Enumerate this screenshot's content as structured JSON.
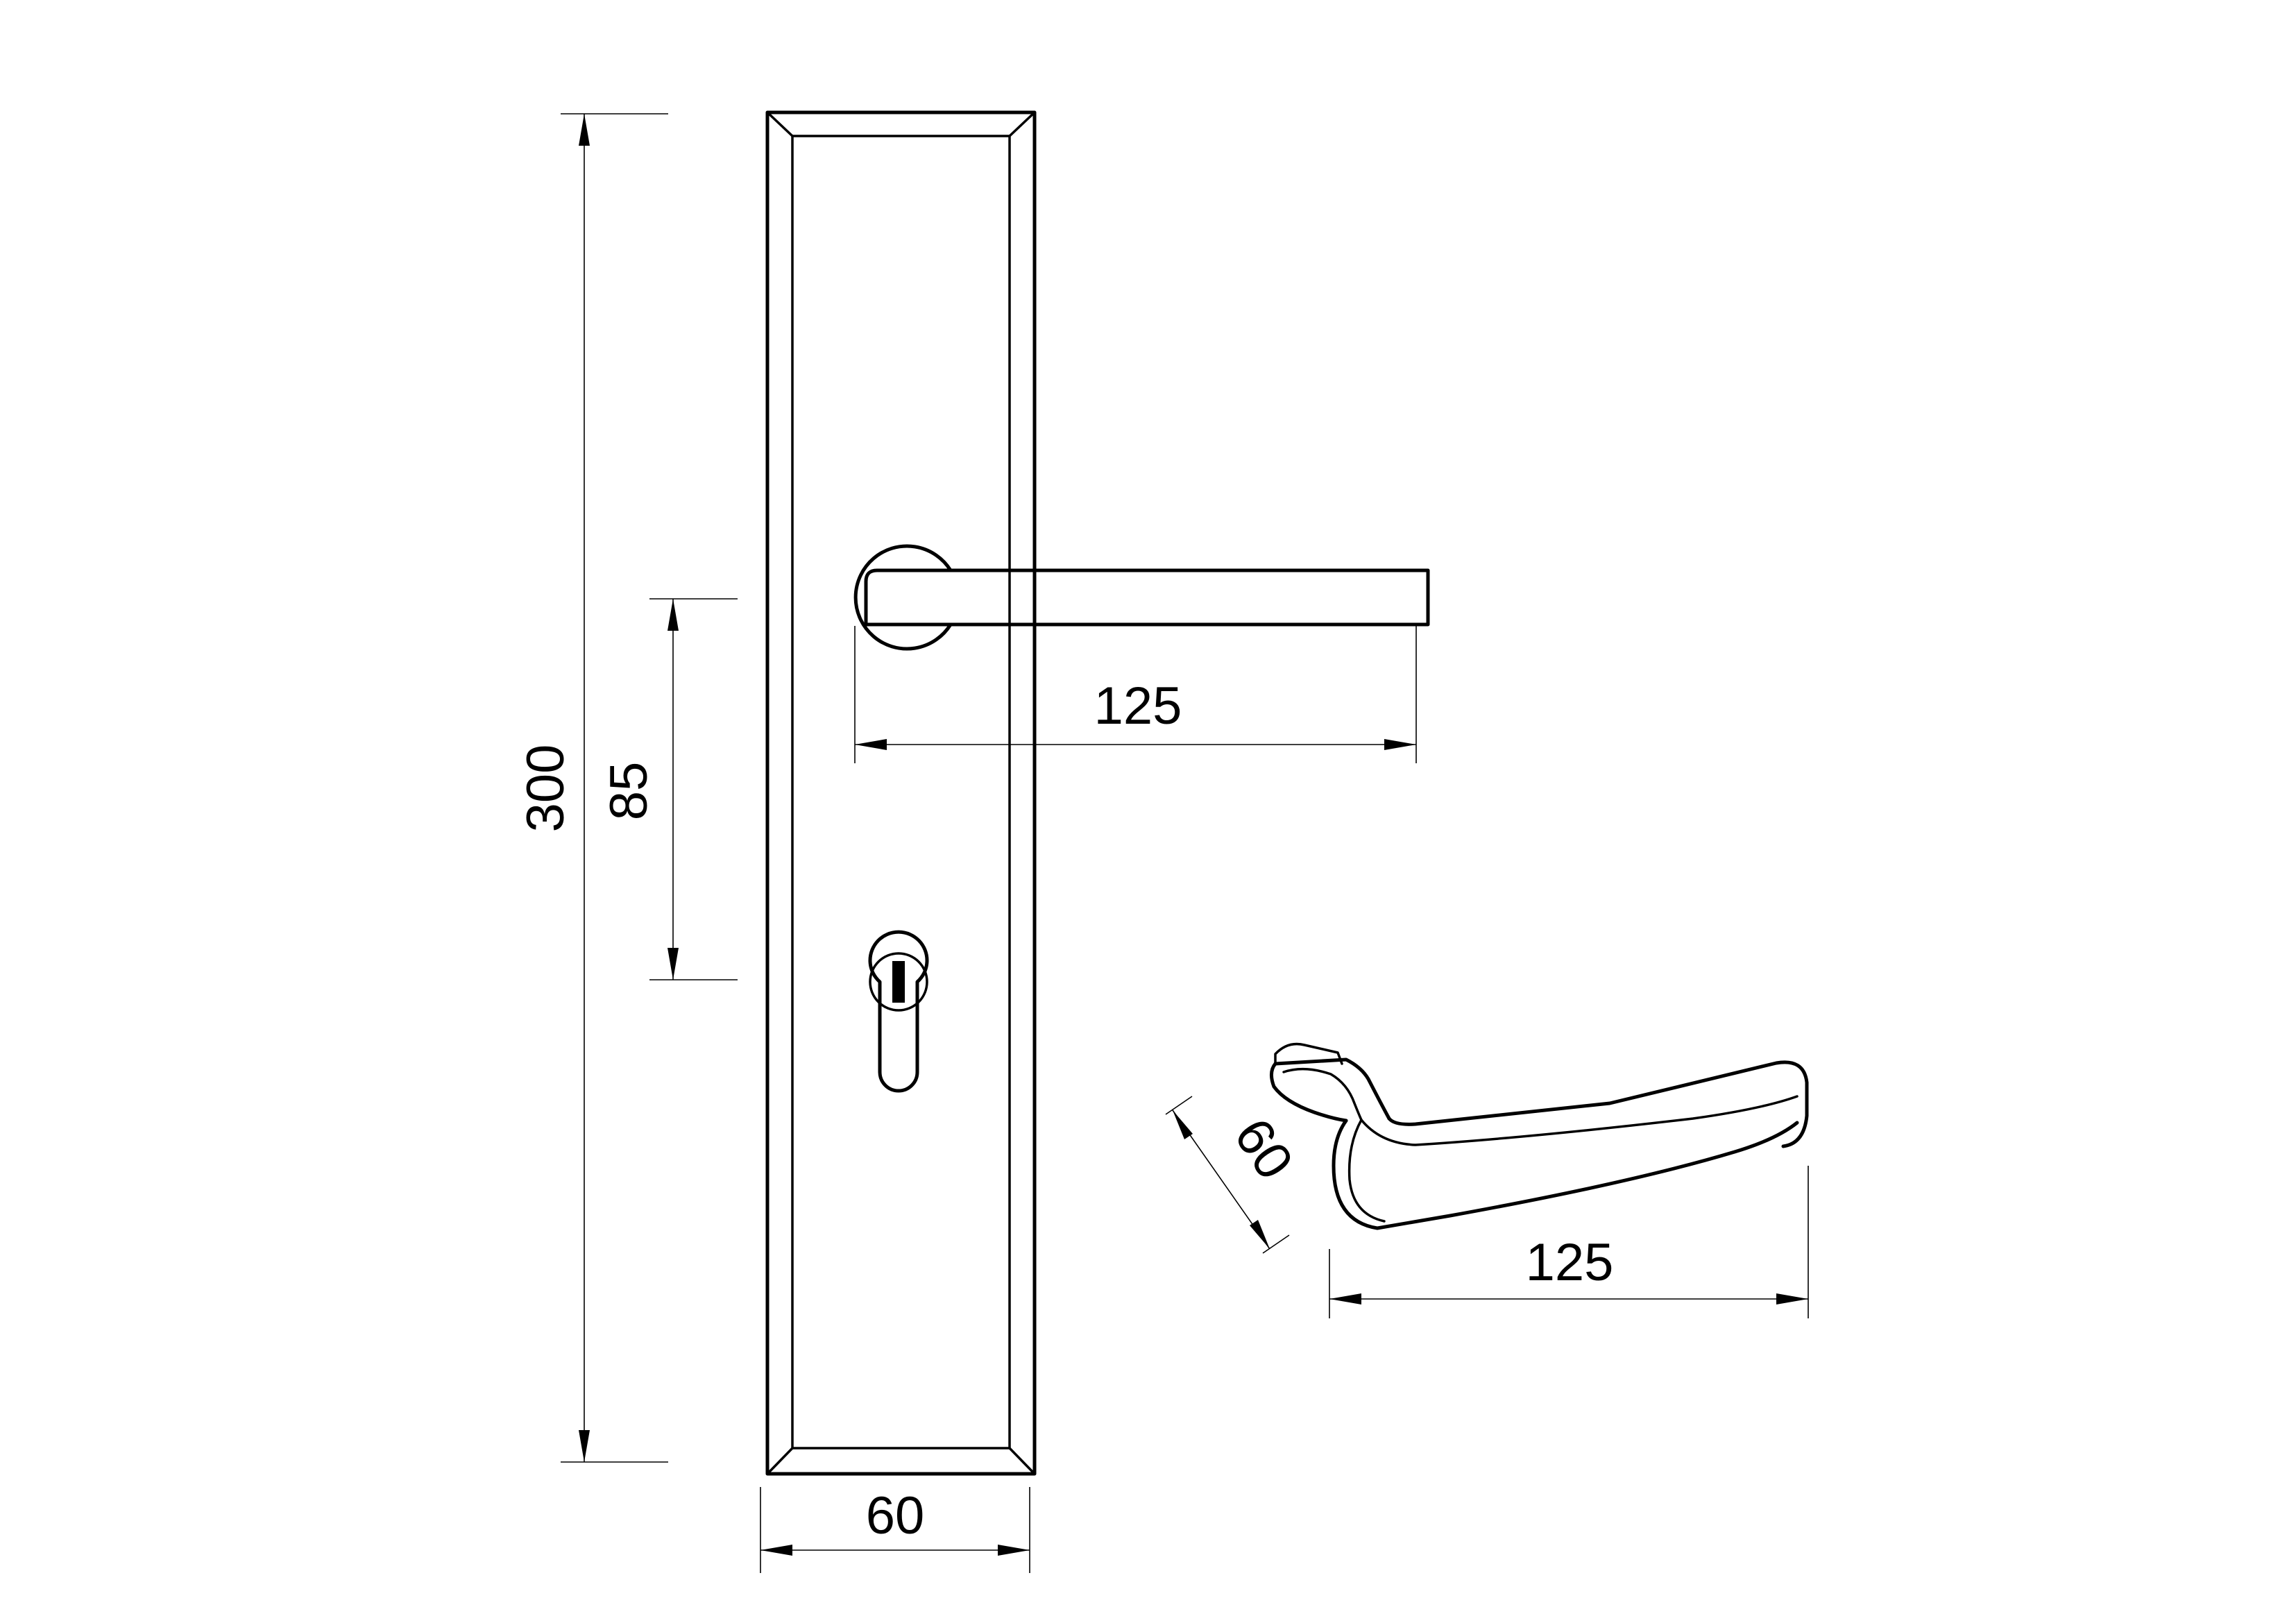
{
  "dimensions": {
    "plate_height": "300",
    "handle_to_keyhole": "85",
    "plate_width": "60",
    "lever_length": "125",
    "side_rose": "60",
    "side_lever_length": "125"
  },
  "colors": {
    "line": "#000000",
    "background": "#ffffff"
  }
}
